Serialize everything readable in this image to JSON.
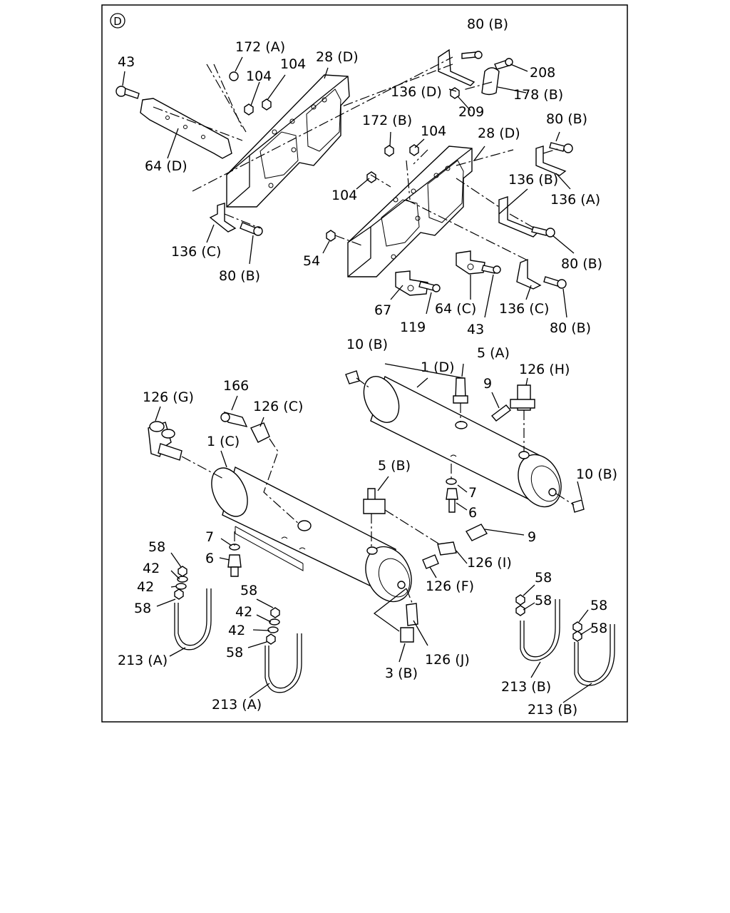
{
  "view_marker": "D",
  "labels": {
    "l_80b_top": "80 (B)",
    "l_172a": "172 (A)",
    "l_43_tl": "43",
    "l_104_a": "104",
    "l_104_b": "104",
    "l_28d_a": "28 (D)",
    "l_208": "208",
    "l_136d": "136 (D)",
    "l_178b": "178 (B)",
    "l_209": "209",
    "l_172b": "172 (B)",
    "l_104_c": "104",
    "l_28d_b": "28 (D)",
    "l_80b_r1": "80 (B)",
    "l_64d": "64 (D)",
    "l_136b": "136 (B)",
    "l_136a": "136 (A)",
    "l_104_d": "104",
    "l_136c_l": "136 (C)",
    "l_80b_l": "80 (B)",
    "l_54": "54",
    "l_80b_r2": "80 (B)",
    "l_67": "67",
    "l_64c": "64 (C)",
    "l_136c_r": "136 (C)",
    "l_119": "119",
    "l_43_b": "43",
    "l_80b_r3": "80 (B)",
    "l_10b_t": "10 (B)",
    "l_5a": "5 (A)",
    "l_1d": "1 (D)",
    "l_126h": "126 (H)",
    "l_9_t": "9",
    "l_166": "166",
    "l_126g": "126 (G)",
    "l_126c": "126 (C)",
    "l_1c": "1 (C)",
    "l_5b": "5 (B)",
    "l_10b_r": "10 (B)",
    "l_7_r": "7",
    "l_6_r": "6",
    "l_7_l": "7",
    "l_9_b": "9",
    "l_6_l": "6",
    "l_126i": "126 (I)",
    "l_58_a": "58",
    "l_42_a": "42",
    "l_42_b": "42",
    "l_58_b": "58",
    "l_126f": "126 (F)",
    "l_58_c": "58",
    "l_42_c": "42",
    "l_42_d": "42",
    "l_58_d": "58",
    "l_58_e": "58",
    "l_58_f": "58",
    "l_58_g": "58",
    "l_58_h": "58",
    "l_213a_l": "213 (A)",
    "l_213a_r": "213 (A)",
    "l_126j": "126 (J)",
    "l_3b": "3 (B)",
    "l_213b_l": "213 (B)",
    "l_213b_r": "213 (B)"
  }
}
